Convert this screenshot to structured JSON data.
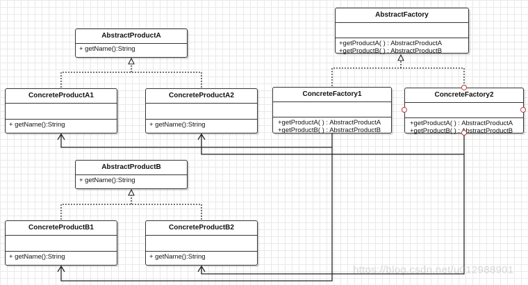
{
  "classes": {
    "abstract_product_a": {
      "name": "AbstractProductA",
      "ops": [
        "+ getName():String"
      ]
    },
    "concrete_product_a1": {
      "name": "ConcreteProductA1",
      "ops": [
        "+ getName():String"
      ]
    },
    "concrete_product_a2": {
      "name": "ConcreteProductA2",
      "ops": [
        "+ getName():String"
      ]
    },
    "abstract_product_b": {
      "name": "AbstractProductB",
      "ops": [
        "+ getName():String"
      ]
    },
    "concrete_product_b1": {
      "name": "ConcreteProductB1",
      "ops": [
        "+ getName():String"
      ]
    },
    "concrete_product_b2": {
      "name": "ConcreteProductB2",
      "ops": [
        "+ getName():String"
      ]
    },
    "abstract_factory": {
      "name": "AbstractFactory",
      "ops": [
        "+getProductA( ) : AbstractProductA",
        "+getProductB( ) : AbstractProductB"
      ]
    },
    "concrete_factory1": {
      "name": "ConcreteFactory1",
      "ops": [
        "+getProductA( ) : AbstractProductA",
        "+getProductB( ) : AbstractProductB"
      ]
    },
    "concrete_factory2": {
      "name": "ConcreteFactory2",
      "ops": [
        "+getProductA( ) : AbstractProductA",
        "+getProductB( ) : AbstractProductB"
      ]
    }
  },
  "watermark": "https://blog.csdn.net/u012988901"
}
